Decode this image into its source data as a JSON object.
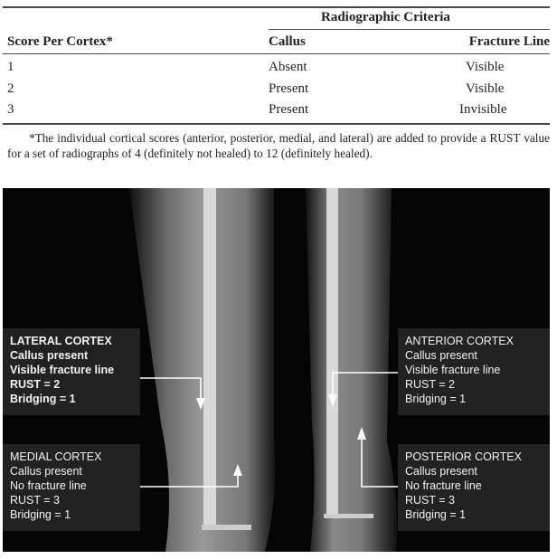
{
  "table": {
    "group_header": "Radiographic Criteria",
    "columns": [
      "Score Per Cortex*",
      "Callus",
      "Fracture Line"
    ],
    "rows": [
      [
        "1",
        "Absent",
        "Visible"
      ],
      [
        "2",
        "Present",
        "Visible"
      ],
      [
        "3",
        "Present",
        "Invisible"
      ]
    ],
    "footnote": "*The individual cortical scores (anterior, posterior, medial, and lateral) are added to provide a RUST value for a set of radiographs of 4 (definitely not healed) to 12 (definitely healed)."
  },
  "figure": {
    "labels": {
      "lateral": {
        "title": "LATERAL CORTEX",
        "lines": [
          "Callus present",
          "Visible fracture line",
          "RUST = 2",
          "Bridging = 1"
        ]
      },
      "medial": {
        "title": "MEDIAL CORTEX",
        "lines": [
          "Callus present",
          "No fracture line",
          "RUST = 3",
          "Bridging = 1"
        ]
      },
      "anterior": {
        "title": "ANTERIOR CORTEX",
        "lines": [
          "Callus present",
          "Visible fracture  line",
          "RUST = 2",
          "Bridging = 1"
        ]
      },
      "posterior": {
        "title": "POSTERIOR CORTEX",
        "lines": [
          "Callus present",
          "No fracture line",
          "RUST = 3",
          "Bridging = 1"
        ]
      }
    }
  }
}
